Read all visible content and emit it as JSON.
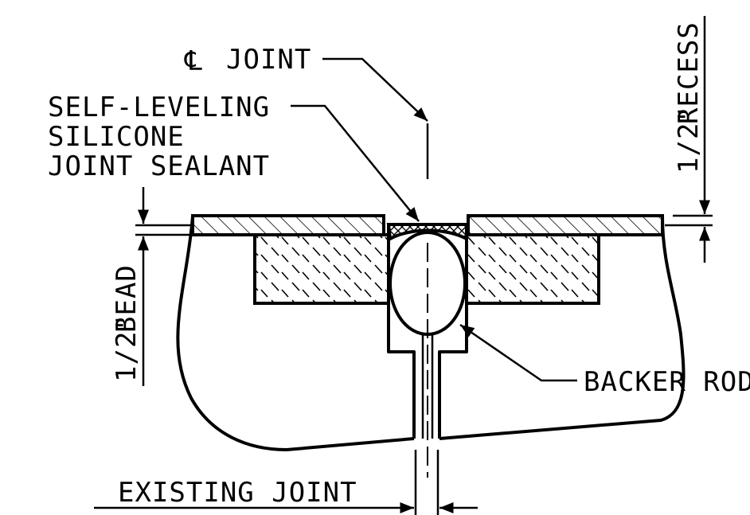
{
  "labels": {
    "cl_symbol": "℄",
    "cl_joint": "JOINT",
    "sealant_line1": "SELF-LEVELING",
    "sealant_line2": "SILICONE",
    "sealant_line3": "JOINT SEALANT",
    "recess_half": "1/2\"",
    "recess_word": "RECESS",
    "bead_half": "1/2\"",
    "bead_word": "BEAD",
    "backer_rod": "BACKER ROD",
    "existing_joint": "EXISTING JOINT"
  }
}
